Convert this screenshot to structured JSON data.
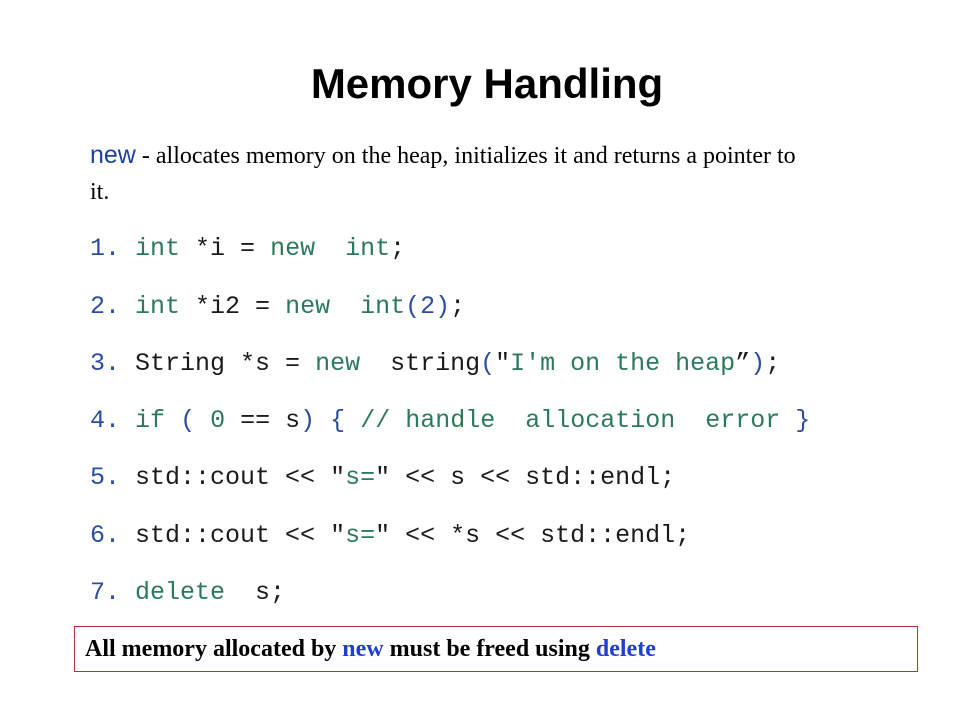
{
  "title": "Memory Handling",
  "intro": {
    "keyword": "new",
    "text": " - allocates memory on the heap, initializes it and returns a pointer to it."
  },
  "code": [
    {
      "num": "1.",
      "parts": [
        [
          "kw",
          "int"
        ],
        [
          "t",
          " *i = "
        ],
        [
          "kw",
          "new"
        ],
        [
          "t",
          "  "
        ],
        [
          "kw",
          "int"
        ],
        [
          "t",
          ";"
        ]
      ]
    },
    {
      "num": "2.",
      "parts": [
        [
          "kw",
          "int"
        ],
        [
          "t",
          " *i2 = "
        ],
        [
          "kw",
          "new"
        ],
        [
          "t",
          "  "
        ],
        [
          "kw",
          "int"
        ],
        [
          "bl",
          "("
        ],
        [
          "bl",
          "2"
        ],
        [
          "bl",
          ")"
        ],
        [
          "t",
          ";"
        ]
      ]
    },
    {
      "num": "3.",
      "parts": [
        [
          "t",
          "String *s = "
        ],
        [
          "kw",
          "new"
        ],
        [
          "t",
          "  "
        ],
        [
          "t",
          "string"
        ],
        [
          "bl",
          "("
        ],
        [
          "t",
          "\""
        ],
        [
          "str",
          "I'm on the heap"
        ],
        [
          "t",
          "”"
        ],
        [
          "bl",
          ")"
        ],
        [
          "t",
          ";"
        ]
      ]
    },
    {
      "num": "4.",
      "parts": [
        [
          "kw",
          "if"
        ],
        [
          "t",
          " "
        ],
        [
          "bl",
          "("
        ],
        [
          "t",
          " "
        ],
        [
          "kw",
          "0"
        ],
        [
          "t",
          " == s"
        ],
        [
          "bl",
          ")"
        ],
        [
          "t",
          " "
        ],
        [
          "bl",
          "{"
        ],
        [
          "t",
          " "
        ],
        [
          "kw",
          "// handle  allocation  error"
        ],
        [
          "t",
          " "
        ],
        [
          "bl",
          "}"
        ]
      ]
    },
    {
      "num": "5.",
      "parts": [
        [
          "t",
          "std::cout << "
        ],
        [
          "t",
          "\""
        ],
        [
          "str",
          "s="
        ],
        [
          "t",
          "\""
        ],
        [
          "t",
          " << s << std::endl;"
        ]
      ]
    },
    {
      "num": "6.",
      "parts": [
        [
          "t",
          "std::cout << "
        ],
        [
          "t",
          "\""
        ],
        [
          "str",
          "s="
        ],
        [
          "t",
          "\""
        ],
        [
          "t",
          " << *s << std::endl;"
        ]
      ]
    },
    {
      "num": "7.",
      "parts": [
        [
          "kw",
          "delete"
        ],
        [
          "t",
          "  s;"
        ]
      ]
    }
  ],
  "note": {
    "pre": "All memory allocated by ",
    "kw1": "new",
    "mid": " must be freed using ",
    "kw2": "delete"
  },
  "colors": {
    "keyword": "#2c7a5a",
    "number": "#2b4ea3",
    "box_border": "#c03030",
    "note_keyword": "#1f3fd0"
  }
}
